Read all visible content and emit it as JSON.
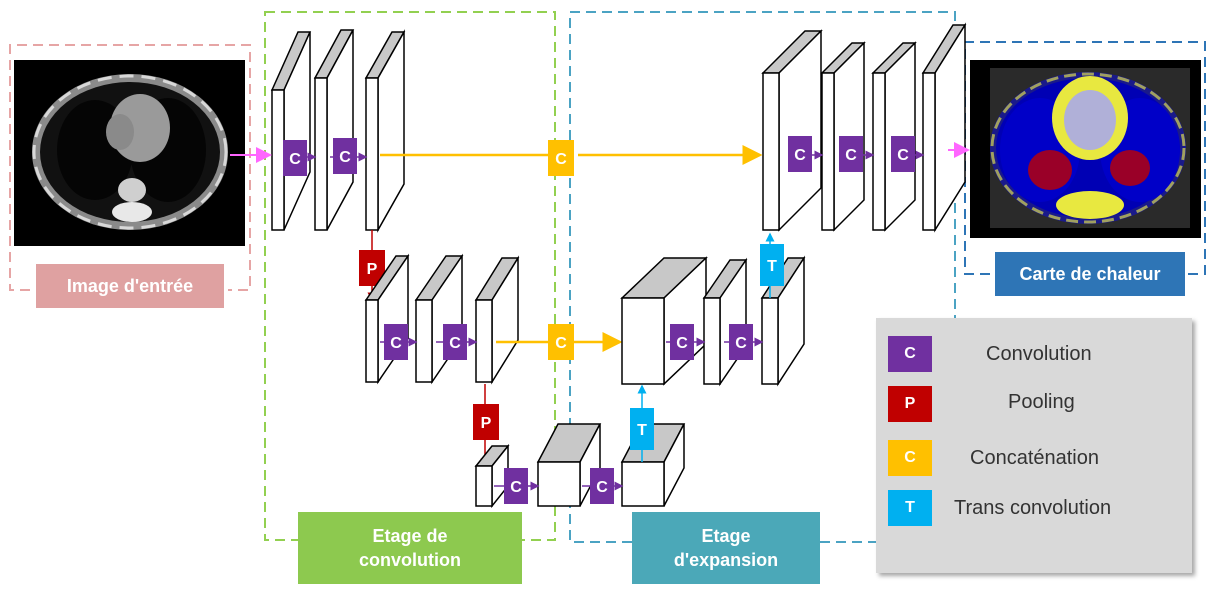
{
  "labels": {
    "input": "Image d'entrée",
    "output": "Carte de chaleur",
    "conv_stage": "Etage de\nconvolution",
    "exp_stage": "Etage\nd'expansion"
  },
  "ops": {
    "conv": "C",
    "pool": "P",
    "concat": "C",
    "trans": "T"
  },
  "legend": [
    {
      "key": "C",
      "label": "Convolution",
      "color": "#7030a0"
    },
    {
      "key": "P",
      "label": "Pooling",
      "color": "#c00000"
    },
    {
      "key": "C",
      "label": "Concaténation",
      "color": "#ffc000"
    },
    {
      "key": "T",
      "label": "Trans convolution",
      "color": "#00b0f0"
    }
  ],
  "colors": {
    "input_border": "#e6a5a5",
    "input_label_bg": "#dfa1a1",
    "conv_border": "#92d050",
    "conv_label_bg": "#8dc94f",
    "exp_border": "#4ba3c3",
    "exp_label_bg": "#4ba8b8",
    "output_border": "#2e75b6",
    "output_label_bg": "#2e75b6",
    "skip_arrow": "#ffc000",
    "io_arrow": "#ff66ff",
    "legend_bg": "#d9d9d9"
  }
}
